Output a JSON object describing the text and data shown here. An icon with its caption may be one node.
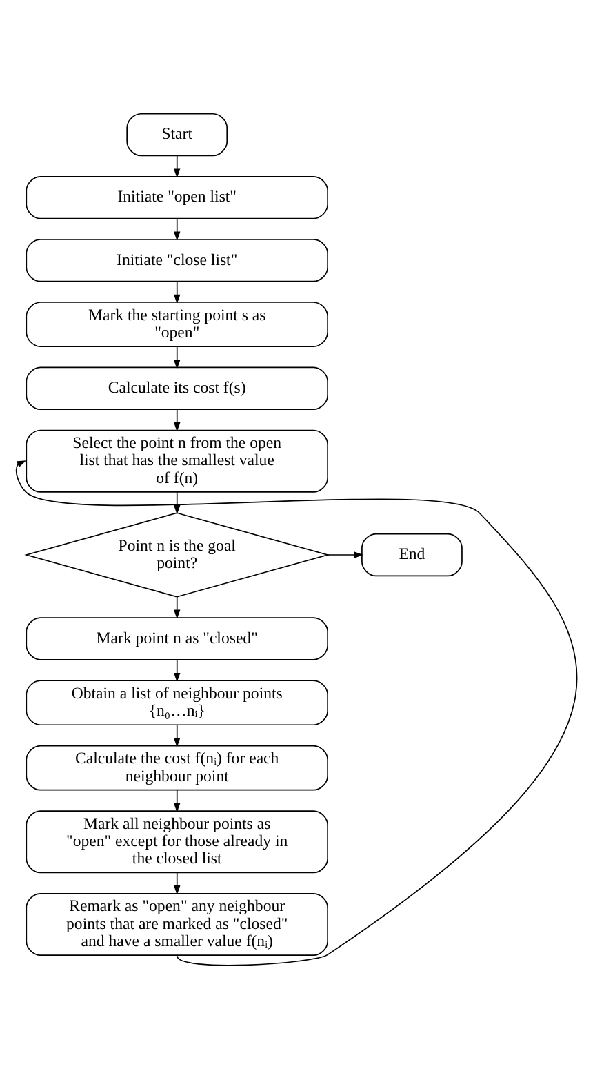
{
  "diagram": {
    "nodes": [
      {
        "text": [
          "Start"
        ]
      },
      {
        "text": [
          "Initiate \"open list\""
        ]
      },
      {
        "text": [
          "Initiate \"close list\""
        ]
      },
      {
        "text": [
          "Mark the starting point s as \"open\""
        ]
      },
      {
        "text": [
          "Calculate its cost f(s)"
        ]
      },
      {
        "text": [
          "Select the point n from the open list that has the smallest value of f(n)"
        ]
      },
      {
        "text": [
          "Point n is the goal point?"
        ]
      },
      {
        "text": [
          "End"
        ]
      },
      {
        "text": [
          "Mark point n as \"closed\""
        ]
      },
      {
        "text": [
          "Obtain a list of neighbour points {n₀…nᵢ}"
        ]
      },
      {
        "text": [
          "Calculate the cost f(nᵢ) for each neighbour point"
        ]
      },
      {
        "text": [
          "Mark all neighbour points as \"open\" except for those already in the closed list"
        ]
      },
      {
        "text": [
          "Remark as \"open\" any neighbour points that are marked as \"closed\" and have a smaller value f(nᵢ)"
        ]
      }
    ],
    "edges": [
      {
        "from": 0,
        "to": 1,
        "arrow": "to"
      },
      {
        "from": 1,
        "to": 2,
        "arrow": "to"
      },
      {
        "from": 2,
        "to": 3,
        "arrow": "to"
      },
      {
        "from": 3,
        "to": 4,
        "arrow": "to"
      },
      {
        "from": 4,
        "to": 5,
        "arrow": "to"
      },
      {
        "from": 5,
        "to": 6,
        "arrow": "to"
      },
      {
        "from": 6,
        "to": 7,
        "arrow": "to"
      },
      {
        "from": 6,
        "to": 8,
        "arrow": "to"
      },
      {
        "from": 8,
        "to": 9,
        "arrow": "to"
      },
      {
        "from": 9,
        "to": 10,
        "arrow": "to"
      },
      {
        "from": 10,
        "to": 11,
        "arrow": "to"
      },
      {
        "from": 11,
        "to": 12,
        "arrow": "to"
      },
      {
        "from": 12,
        "to": 5,
        "arrow": "to"
      }
    ]
  }
}
